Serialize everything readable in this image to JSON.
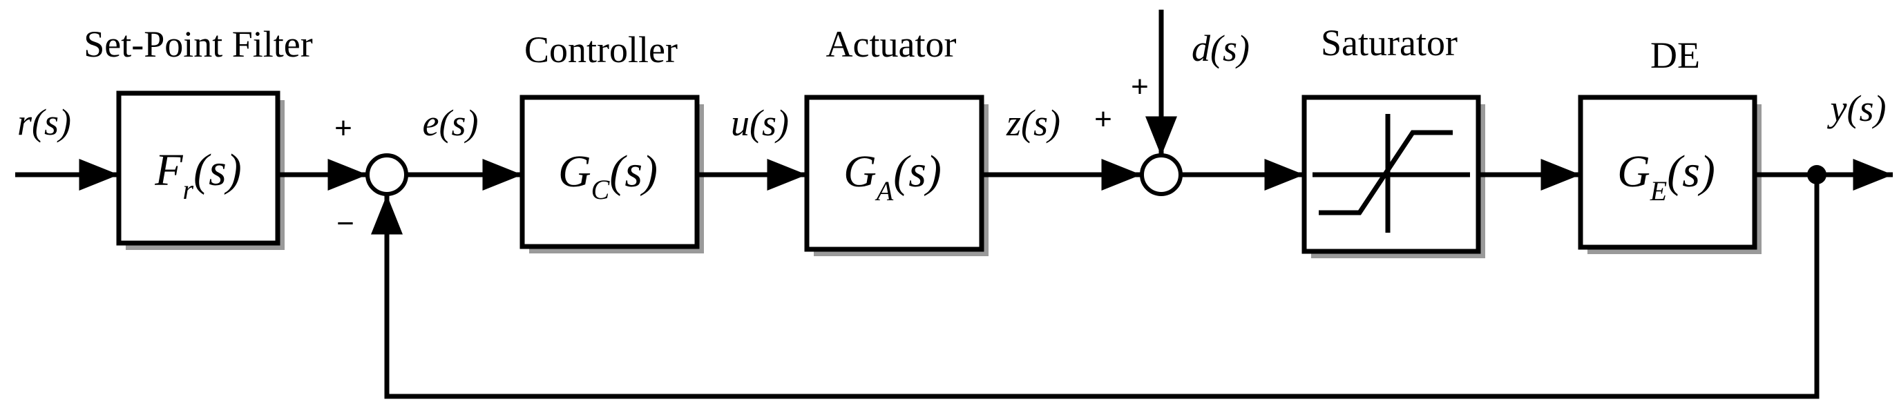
{
  "colors": {
    "line": "#000000",
    "box_fill": "#ffffff",
    "shadow": "#9a9a9a"
  },
  "blocks": {
    "filter": {
      "title": "Set-Point Filter",
      "main": "F",
      "sub": "r",
      "arg": "(s)"
    },
    "controller": {
      "title": "Controller",
      "main": "G",
      "sub": "C",
      "arg": "(s)"
    },
    "actuator": {
      "title": "Actuator",
      "main": "G",
      "sub": "A",
      "arg": "(s)"
    },
    "saturator": {
      "title": "Saturator",
      "icon": "saturation-curve-icon"
    },
    "plant": {
      "title": "DE",
      "main": "G",
      "sub": "E",
      "arg": "(s)"
    }
  },
  "signals": {
    "reference": "r(s)",
    "error": "e(s)",
    "control": "u(s)",
    "actuator_out": "z(s)",
    "disturbance": "d(s)",
    "output": "y(s)"
  },
  "summing_junction_1": {
    "plus": "+",
    "minus": "−"
  },
  "summing_junction_2": {
    "plus_left": "+",
    "plus_top": "+"
  }
}
